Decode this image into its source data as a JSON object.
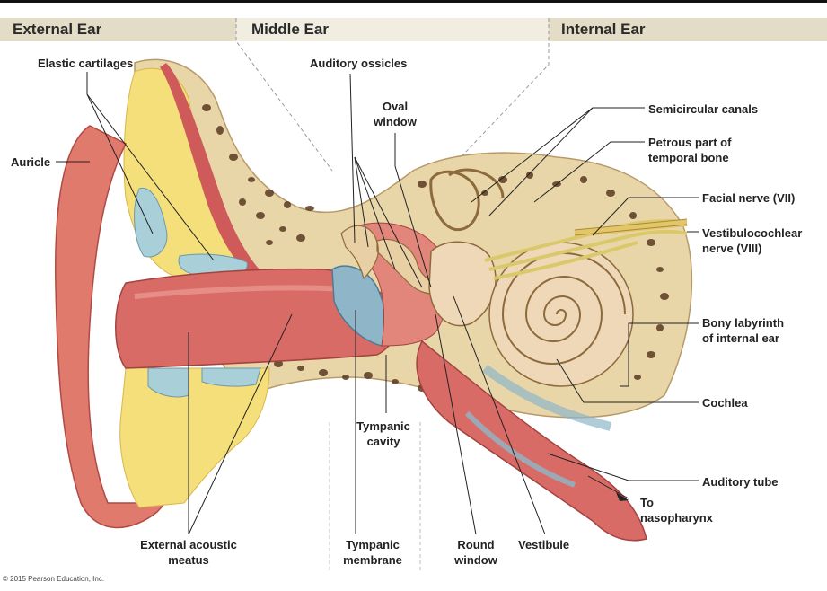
{
  "sections": {
    "external": "External Ear",
    "middle": "Middle Ear",
    "internal": "Internal Ear"
  },
  "labels": {
    "elastic_cartilages": "Elastic cartilages",
    "auricle": "Auricle",
    "auditory_ossicles": "Auditory ossicles",
    "oval_window": [
      "Oval",
      "window"
    ],
    "semicircular_canals": "Semicircular canals",
    "petrous_part": [
      "Petrous part of",
      "temporal bone"
    ],
    "facial_nerve": "Facial nerve (VII)",
    "vestibulocochlear_nerve": [
      "Vestibulocochlear",
      "nerve (VIII)"
    ],
    "bony_labyrinth": [
      "Bony labyrinth",
      "of internal ear"
    ],
    "cochlea": "Cochlea",
    "auditory_tube": "Auditory tube",
    "to_nasopharynx": [
      "To",
      "nasopharynx"
    ],
    "tympanic_cavity": [
      "Tympanic",
      "cavity"
    ],
    "external_acoustic_meatus": [
      "External acoustic",
      "meatus"
    ],
    "tympanic_membrane": [
      "Tympanic",
      "membrane"
    ],
    "round_window": [
      "Round",
      "window"
    ],
    "vestibule": "Vestibule"
  },
  "copyright": "© 2015 Pearson Education, Inc.",
  "colors": {
    "section_band": "#e3dcc6",
    "bone": "#e9d6a8",
    "bone_pore": "#5a3a22",
    "skin": "#e07a6c",
    "canal": "#d96b66",
    "fat": "#f5df7a",
    "cartilage": "#a9cfd8",
    "nerve": "#d9c96a"
  }
}
